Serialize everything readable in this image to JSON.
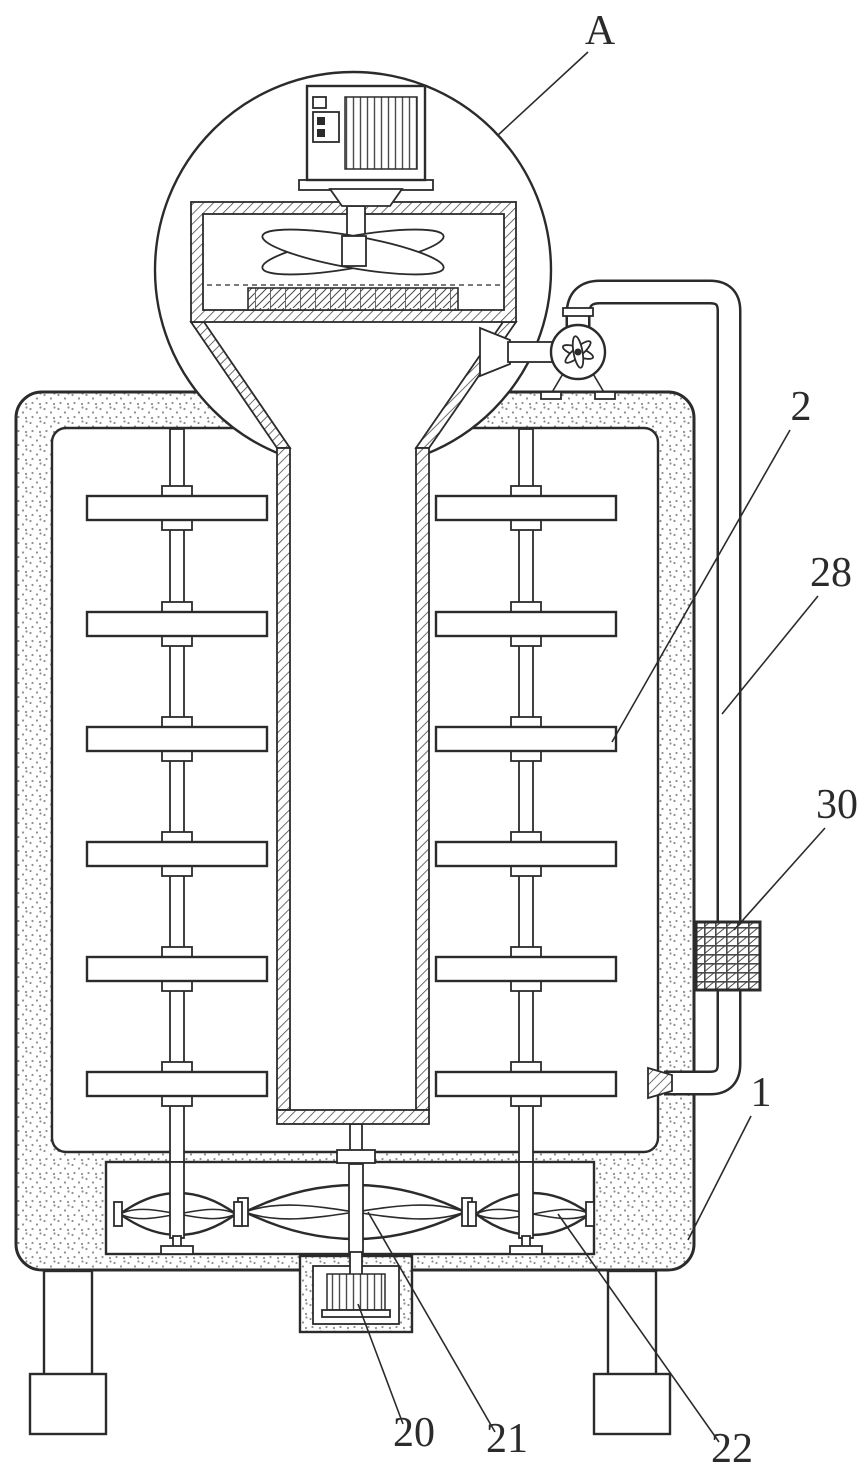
{
  "labels": {
    "detail_view": "A",
    "ref_2": "2",
    "ref_28": "28",
    "ref_30": "30",
    "ref_1": "1",
    "ref_20": "20",
    "ref_21": "21",
    "ref_22": "22"
  },
  "colors": {
    "line": "#2b2b2b",
    "line_soft": "#4a4a4a",
    "stipple_dot": "#8f8f8f",
    "background": "#ffffff"
  }
}
